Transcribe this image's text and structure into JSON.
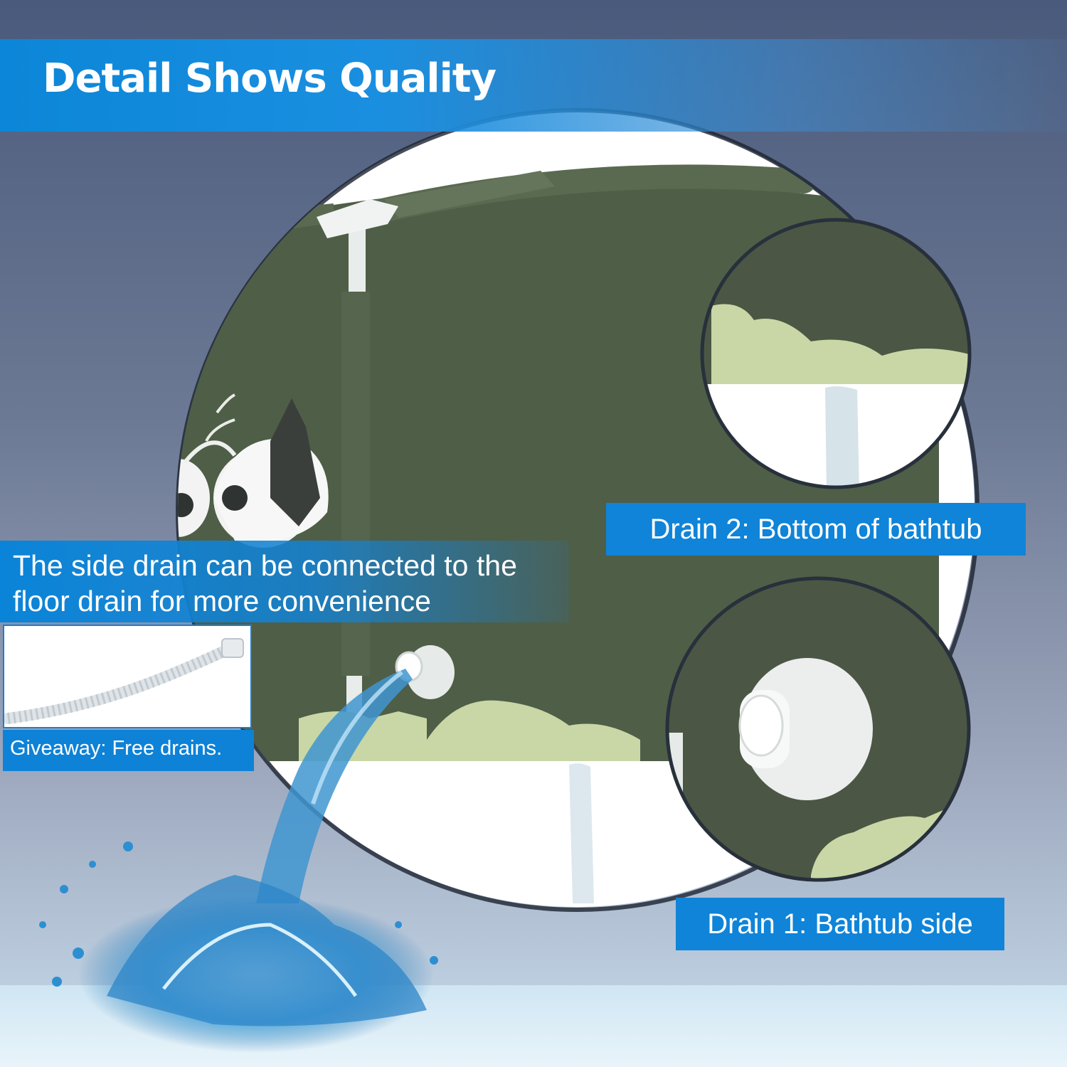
{
  "header": {
    "title": "Detail Shows Quality"
  },
  "side_note": {
    "line1": "The side drain can be connected to the",
    "line2": "floor drain for more convenience"
  },
  "giveaway": {
    "label": "Giveaway: Free drains."
  },
  "callouts": {
    "drain2": "Drain 2: Bottom of bathtub",
    "drain1": "Drain 1: Bathtub side"
  },
  "colors": {
    "accent_blue": "#0f84d8",
    "tub_green": "#4f5e47",
    "tub_light_green": "#c9d7a6",
    "pipe_white": "#eef2f1"
  },
  "icons": [
    "bathtub-illustration",
    "panda-illustration",
    "drain-hose",
    "water-splash",
    "drain-fitting"
  ]
}
